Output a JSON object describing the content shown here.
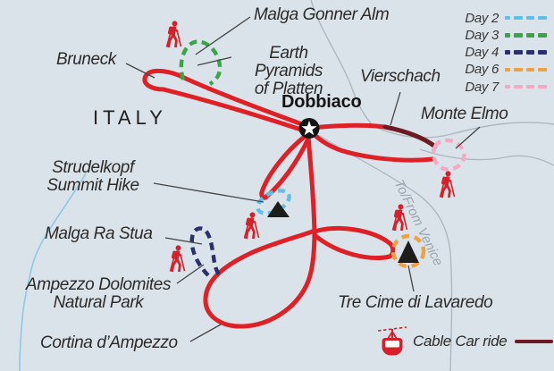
{
  "country_label": "ITALY",
  "hub": "Dobbiaco",
  "route_note": "To/From Venice",
  "places": {
    "malga_gonner_alm": "Malga Gonner Alm",
    "earth_pyramids_line1": "Earth Pyramids",
    "earth_pyramids_line2": "of Platten",
    "bruneck": "Bruneck",
    "vierschach": "Vierschach",
    "monte_elmo": "Monte Elmo",
    "strudelkopf_line1": "Strudelkopf",
    "strudelkopf_line2": "Summit Hike",
    "malga_ra_stua": "Malga Ra Stua",
    "ampezzo_line1": "Ampezzo Dolomites",
    "ampezzo_line2": "Natural Park",
    "cortina": "Cortina d’Ampezzo",
    "tre_cime": "Tre Cime di Lavaredo"
  },
  "legend": {
    "days": [
      {
        "label": "Day 2",
        "color": "#5ec0e8"
      },
      {
        "label": "Day 3",
        "color": "#3aa547"
      },
      {
        "label": "Day 4",
        "color": "#2a2f6e"
      },
      {
        "label": "Day 6",
        "color": "#f0a13d"
      },
      {
        "label": "Day 7",
        "color": "#f7a8c3"
      }
    ],
    "cable_car": {
      "label": "Cable Car ride",
      "color": "#6e1a24"
    }
  },
  "day_hike_locations": {
    "Day 2": "Strudelkopf Summit Hike",
    "Day 3": "Malga Gonner Alm",
    "Day 4": "Malga Ra Stua",
    "Day 6": "Tre Cime di Lavaredo",
    "Day 7": "Monte Elmo"
  },
  "colors": {
    "main_route": "#df2127",
    "cable_car_route": "#6e1a24",
    "background": "#dae3ea",
    "roads": "#aeb8c0",
    "river": "#90c8e4"
  }
}
